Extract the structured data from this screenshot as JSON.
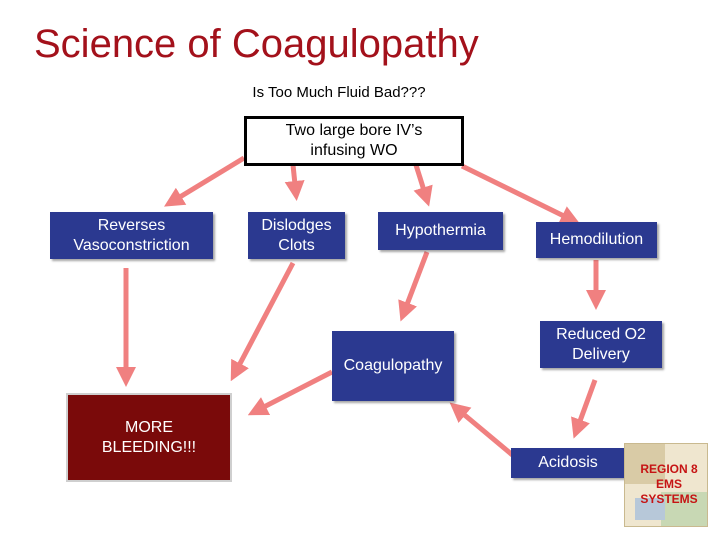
{
  "title": "Science of Coagulopathy",
  "subtitle": "Is Too Much Fluid Bad???",
  "nodes": {
    "start": "Two large bore IV’s\ninfusing WO",
    "reverses": "Reverses\nVasoconstriction",
    "dislodges": "Dislodges\nClots",
    "hypothermia": "Hypothermia",
    "hemodilution": "Hemodilution",
    "coagulopathy": "Coagulopathy",
    "reduced_o2": "Reduced O2\nDelivery",
    "acidosis": "Acidosis",
    "more_bleeding": "MORE\nBLEEDING!!!"
  },
  "logo": {
    "line1": "REGION 8",
    "line2": "EMS",
    "line3": "SYSTEMS"
  },
  "colors": {
    "title": "#a3111b",
    "node_blue": "#2b3990",
    "node_red": "#7a0a0a",
    "arrow": "#f08080"
  }
}
